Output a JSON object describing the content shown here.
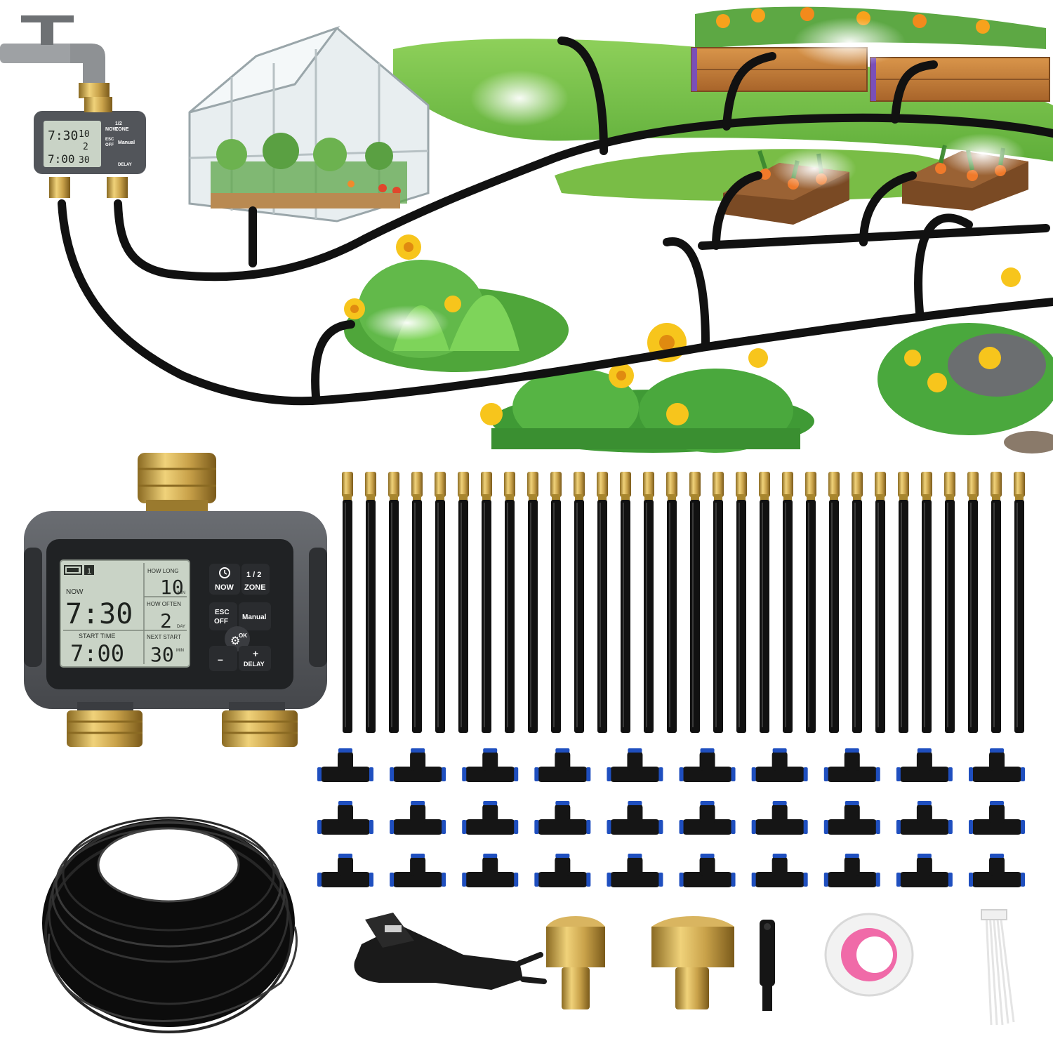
{
  "timer": {
    "battery_zone": "1",
    "now_label": "NOW",
    "now_time": "7:30",
    "how_long_label": "HOW LONG",
    "how_long_value": "10",
    "how_long_unit": "MIN",
    "how_often_label": "HOW OFTEN",
    "how_often_value": "2",
    "how_often_unit": "DAY",
    "start_time_label": "START TIME",
    "start_time_value": "7:00",
    "next_start_label": "NEXT START",
    "next_start_value": "30",
    "next_start_unit": "MIN",
    "buttons": {
      "now": "NOW",
      "zone_top": "1 / 2",
      "zone": "ZONE",
      "esc": "ESC",
      "off": "OFF",
      "manual": "Manual",
      "ok": "OK",
      "minus": "–",
      "plus": "+",
      "delay": "DELAY"
    }
  },
  "small_timer": {
    "now_time": "7:30",
    "start_time_value": "7:00",
    "how_long_value": "10",
    "how_often_value": "2",
    "next_start_value": "30",
    "zone_top": "1/2",
    "now": "NOW",
    "zone": "ZONE",
    "esc": "ESC",
    "off": "OFF",
    "manual": "Manual",
    "delay": "DELAY"
  },
  "kit": {
    "mist_tubes_count": 30,
    "tee_connectors_count": 30
  },
  "colors": {
    "timer_body": "#5a5d62",
    "lcd": "#c9d3c6",
    "brass": "#c9a24a",
    "tube": "#111111",
    "tee_accent": "#1f4fbf",
    "lawn": "#7cc24a",
    "tape_pink": "#f06aa8"
  }
}
